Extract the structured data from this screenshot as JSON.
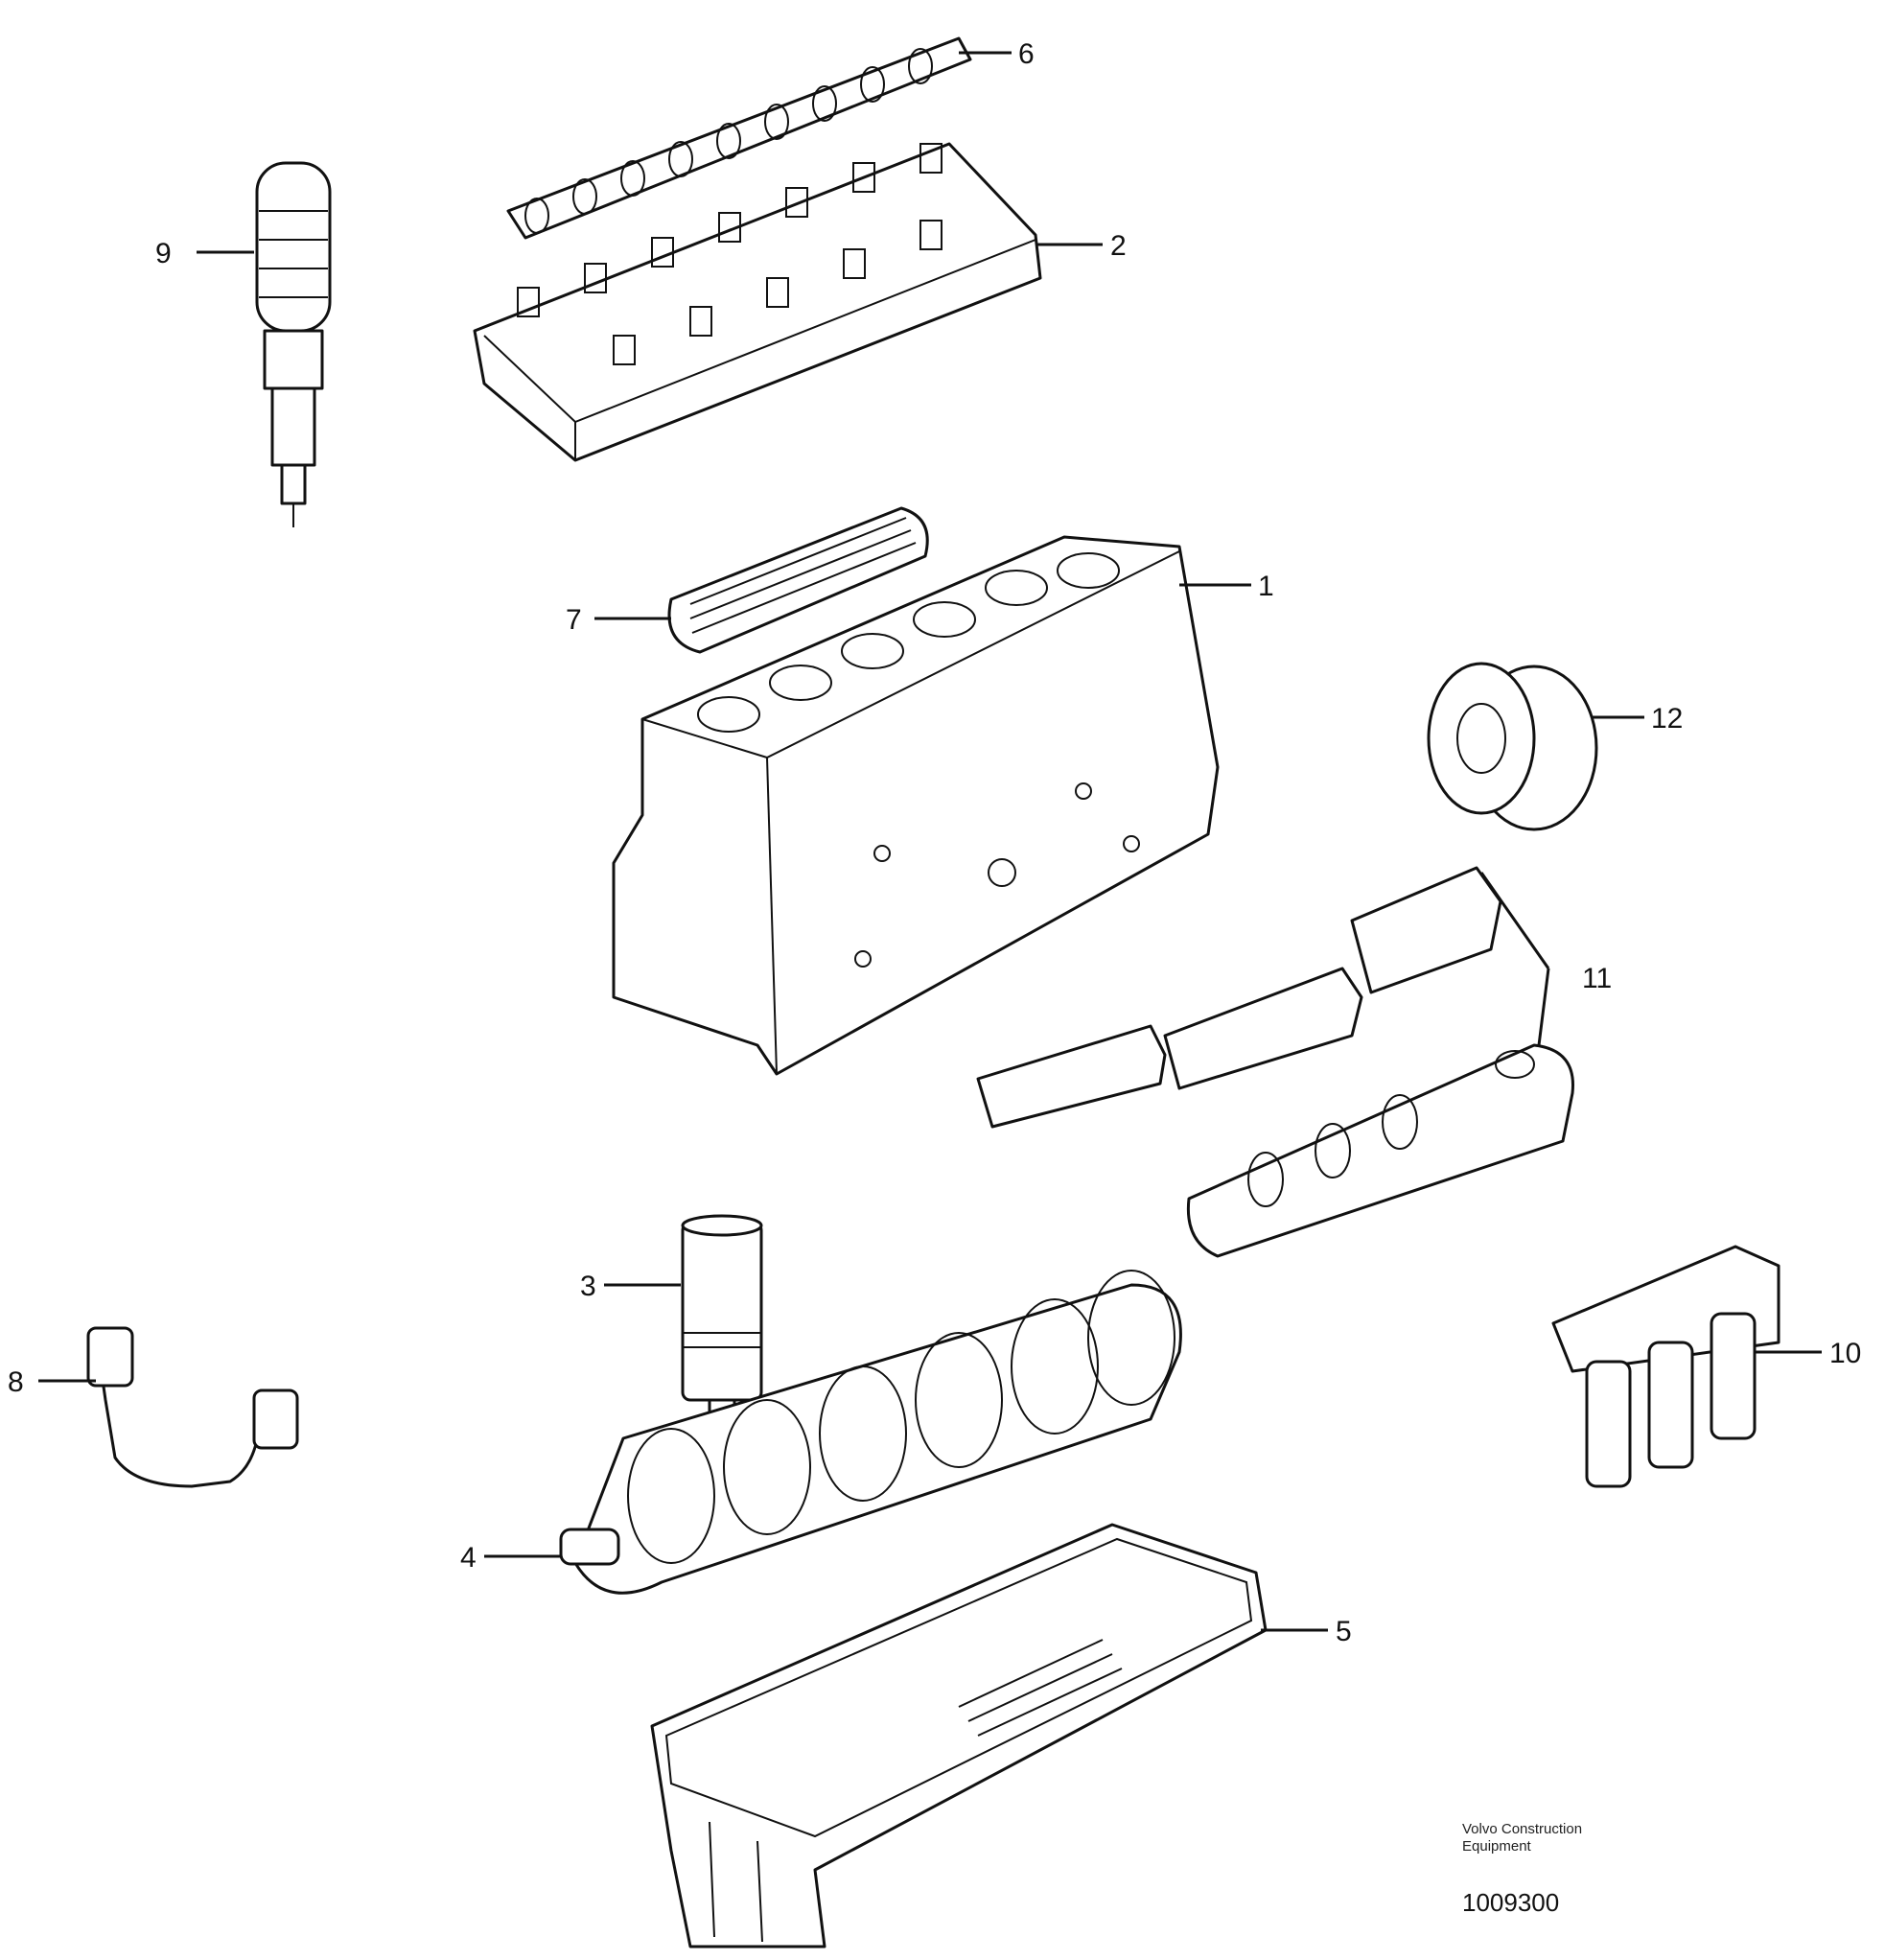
{
  "callouts": {
    "c1": "1",
    "c2": "2",
    "c3": "3",
    "c4": "4",
    "c5": "5",
    "c6": "6",
    "c7": "7",
    "c8": "8",
    "c9": "9",
    "c10": "10",
    "c11": "11",
    "c12": "12"
  },
  "footer": {
    "caption_line1": "Volvo Construction",
    "caption_line2": "Equipment",
    "document_number": "1009300"
  }
}
